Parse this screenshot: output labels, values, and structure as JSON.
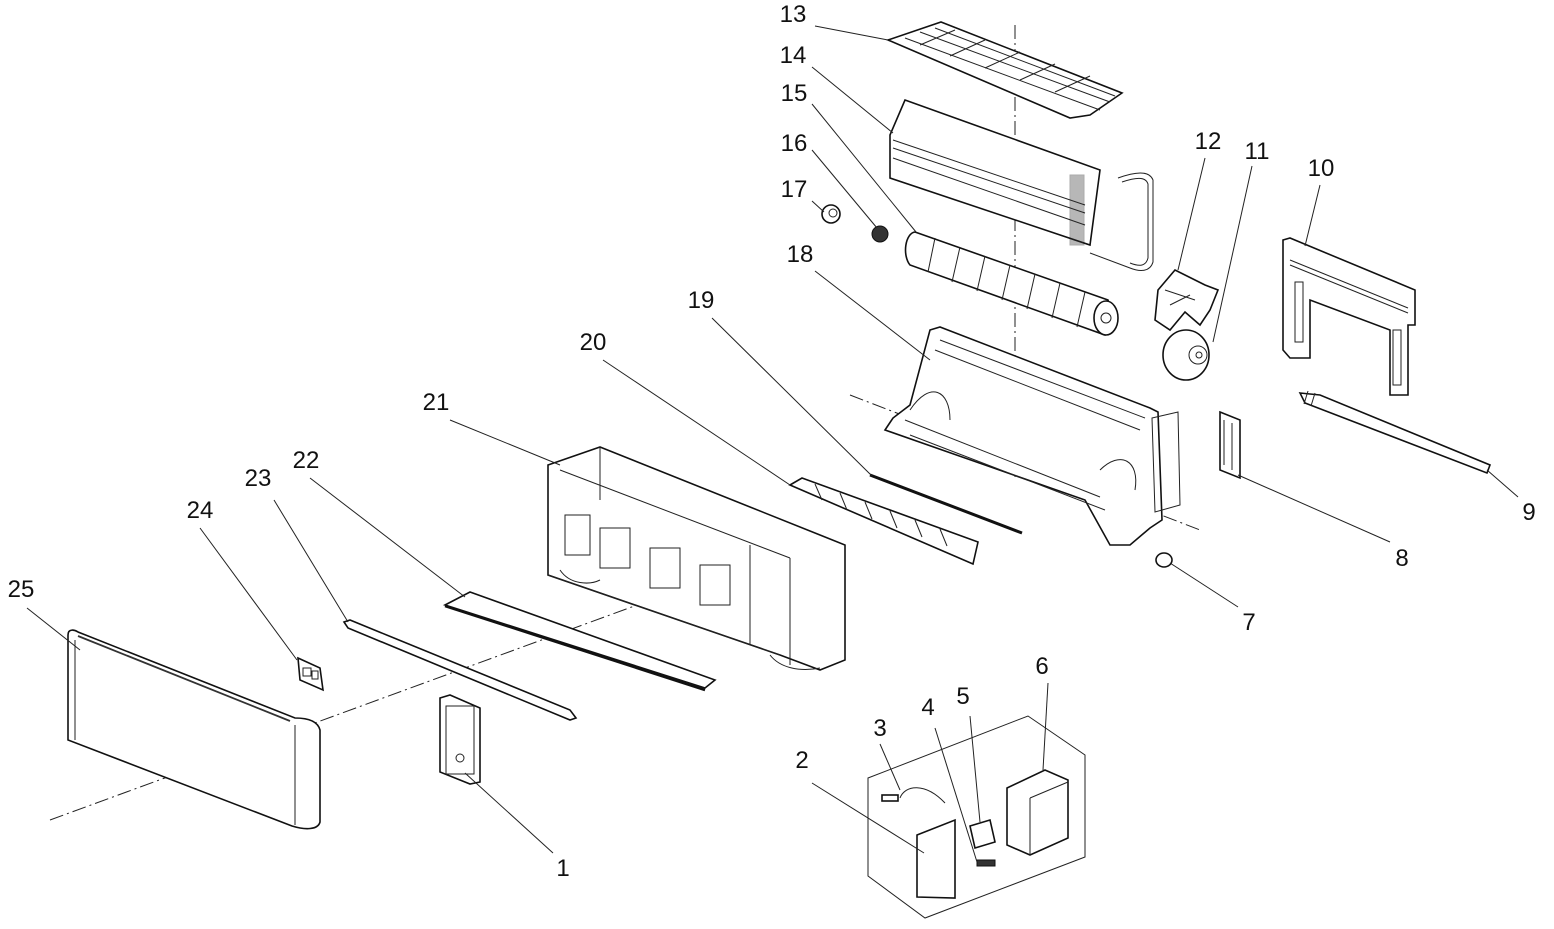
{
  "title": "Indoor unit exploded view",
  "callouts": [
    {
      "id": "1",
      "label": "1"
    },
    {
      "id": "2",
      "label": "2"
    },
    {
      "id": "3",
      "label": "3"
    },
    {
      "id": "4",
      "label": "4"
    },
    {
      "id": "5",
      "label": "5"
    },
    {
      "id": "6",
      "label": "6"
    },
    {
      "id": "7",
      "label": "7"
    },
    {
      "id": "8",
      "label": "8"
    },
    {
      "id": "9",
      "label": "9"
    },
    {
      "id": "10",
      "label": "10"
    },
    {
      "id": "11",
      "label": "11"
    },
    {
      "id": "12",
      "label": "12"
    },
    {
      "id": "13",
      "label": "13"
    },
    {
      "id": "14",
      "label": "14"
    },
    {
      "id": "15",
      "label": "15"
    },
    {
      "id": "16",
      "label": "16"
    },
    {
      "id": "17",
      "label": "17"
    },
    {
      "id": "18",
      "label": "18"
    },
    {
      "id": "19",
      "label": "19"
    },
    {
      "id": "20",
      "label": "20"
    },
    {
      "id": "21",
      "label": "21"
    },
    {
      "id": "22",
      "label": "22"
    },
    {
      "id": "23",
      "label": "23"
    },
    {
      "id": "24",
      "label": "24"
    },
    {
      "id": "25",
      "label": "25"
    }
  ]
}
